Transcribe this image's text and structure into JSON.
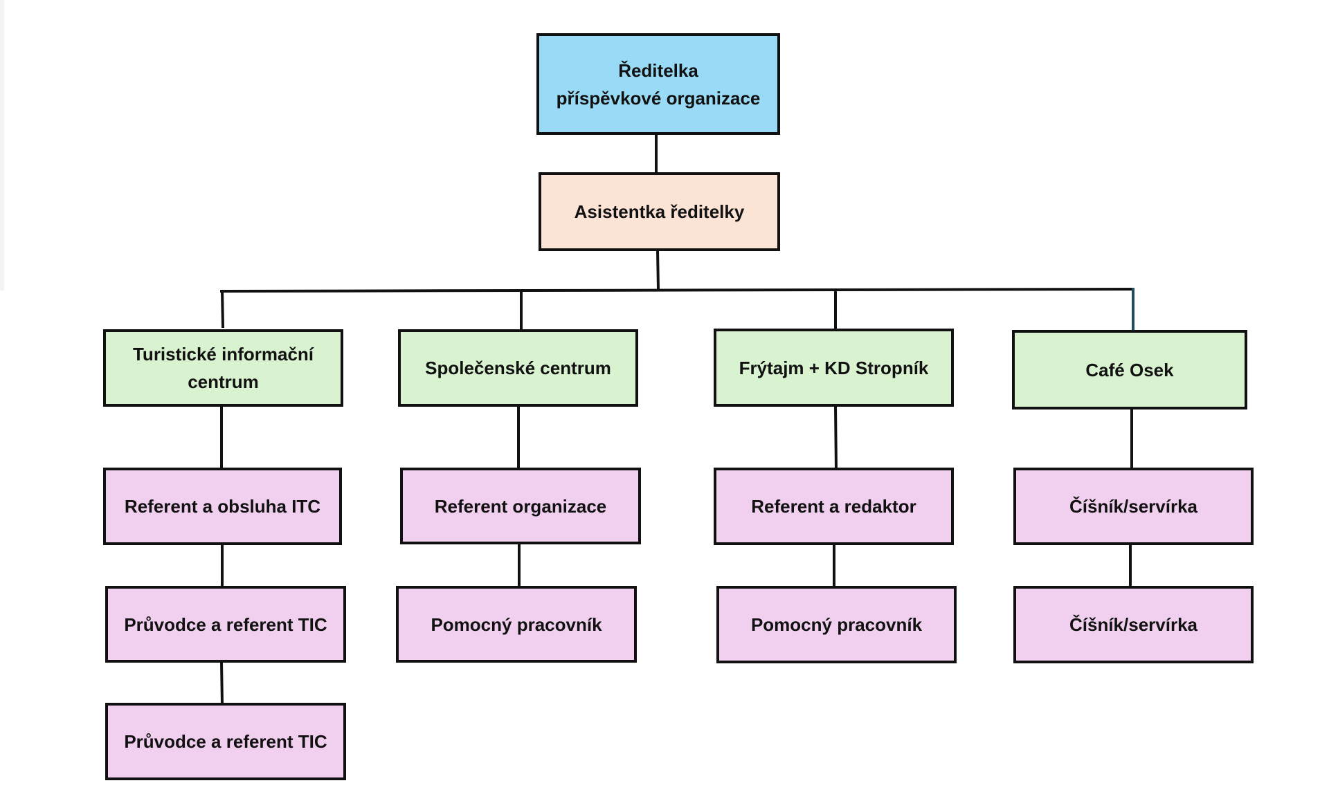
{
  "colors": {
    "director": "#99dbf6",
    "assistant": "#fbe3d6",
    "department": "#d9f2d0",
    "staff": "#f1cfee",
    "border": "#111111"
  },
  "director": {
    "line1": "Ředitelka",
    "line2": "příspěvkové organizace"
  },
  "assistant": {
    "label": "Asistentka ředitelky"
  },
  "departments": [
    {
      "label_line1": "Turistické informační",
      "label_line2": "centrum",
      "staff": [
        "Referent a obsluha ITC",
        "Průvodce a referent TIC",
        "Průvodce a referent TIC"
      ]
    },
    {
      "label_line1": "Společenské centrum",
      "label_line2": "",
      "staff": [
        "Referent organizace",
        "Pomocný pracovník"
      ]
    },
    {
      "label_line1": "Frýtajm + KD Stropník",
      "label_line2": "",
      "staff": [
        "Referent a redaktor",
        "Pomocný pracovník"
      ]
    },
    {
      "label_line1": "Café Osek",
      "label_line2": "",
      "staff": [
        "Číšník/servírka",
        "Číšník/servírka"
      ]
    }
  ]
}
